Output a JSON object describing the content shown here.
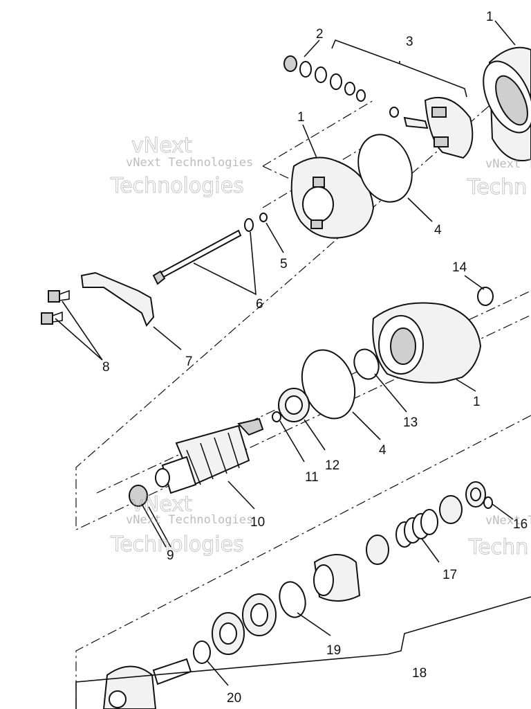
{
  "callouts": [
    {
      "id": "c1a",
      "text": "1"
    },
    {
      "id": "c2",
      "text": "2"
    },
    {
      "id": "c3",
      "text": "3"
    },
    {
      "id": "c1b",
      "text": "1"
    },
    {
      "id": "c4a",
      "text": "4"
    },
    {
      "id": "c5",
      "text": "5"
    },
    {
      "id": "c6",
      "text": "6"
    },
    {
      "id": "c7",
      "text": "7"
    },
    {
      "id": "c8",
      "text": "8"
    },
    {
      "id": "c14",
      "text": "14"
    },
    {
      "id": "c1c",
      "text": "1"
    },
    {
      "id": "c13",
      "text": "13"
    },
    {
      "id": "c4b",
      "text": "4"
    },
    {
      "id": "c12",
      "text": "12"
    },
    {
      "id": "c11",
      "text": "11"
    },
    {
      "id": "c10",
      "text": "10"
    },
    {
      "id": "c9",
      "text": "9"
    },
    {
      "id": "c16",
      "text": "16"
    },
    {
      "id": "c17",
      "text": "17"
    },
    {
      "id": "c19",
      "text": "19"
    },
    {
      "id": "c18",
      "text": "18"
    },
    {
      "id": "c20",
      "text": "20"
    }
  ],
  "watermark": {
    "line1": "vNext",
    "line2": "vNext Technologies",
    "line3": "Technologies",
    "partial_small": "vNext Te",
    "partial_big": "Techn"
  }
}
